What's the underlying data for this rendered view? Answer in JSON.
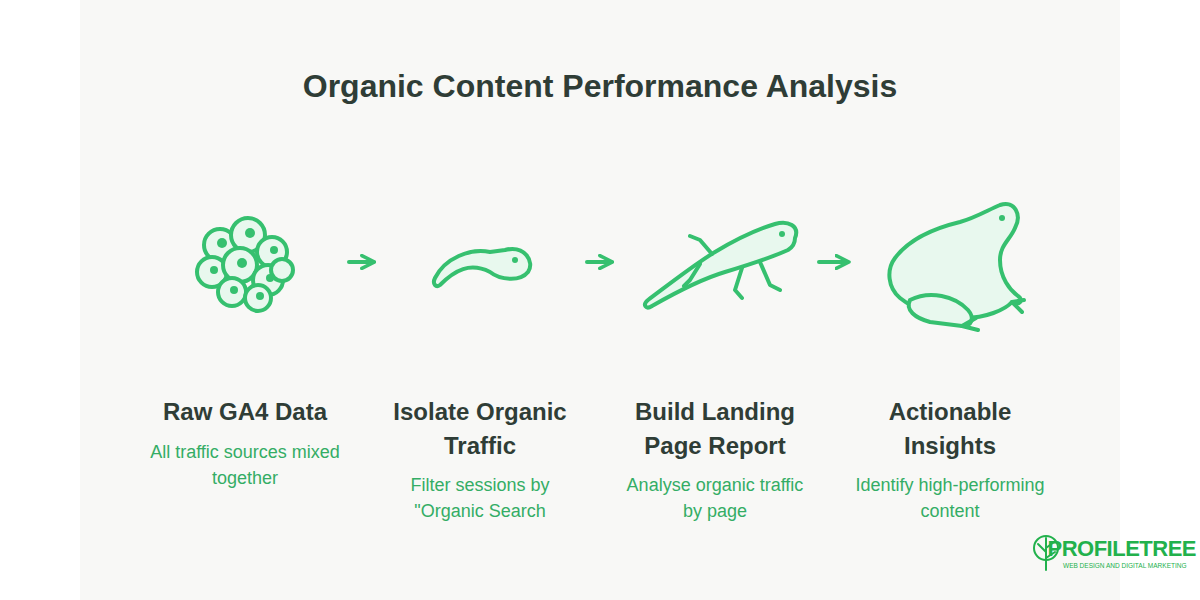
{
  "diagram": {
    "title": "Organic Content Performance Analysis",
    "nodes": [
      {
        "text": [
          "Raw GA4 Data",
          "All traffic sources mixed together"
        ]
      },
      {
        "text": [
          "Isolate Organic Traffic",
          "Filter sessions by \"Organic Search"
        ]
      },
      {
        "text": [
          "Build Landing Page Report",
          "Analyse organic traffic by page"
        ]
      },
      {
        "text": [
          "Actionable Insights",
          "Identify high-performing content"
        ]
      }
    ],
    "edges": [
      {
        "from": 0,
        "to": 1,
        "arrow": "to"
      },
      {
        "from": 1,
        "to": 2,
        "arrow": "to"
      },
      {
        "from": 2,
        "to": 3,
        "arrow": "to"
      }
    ],
    "labels": [
      "PROFILETREE",
      "WEB DESIGN AND DIGITAL MARKETING"
    ]
  }
}
